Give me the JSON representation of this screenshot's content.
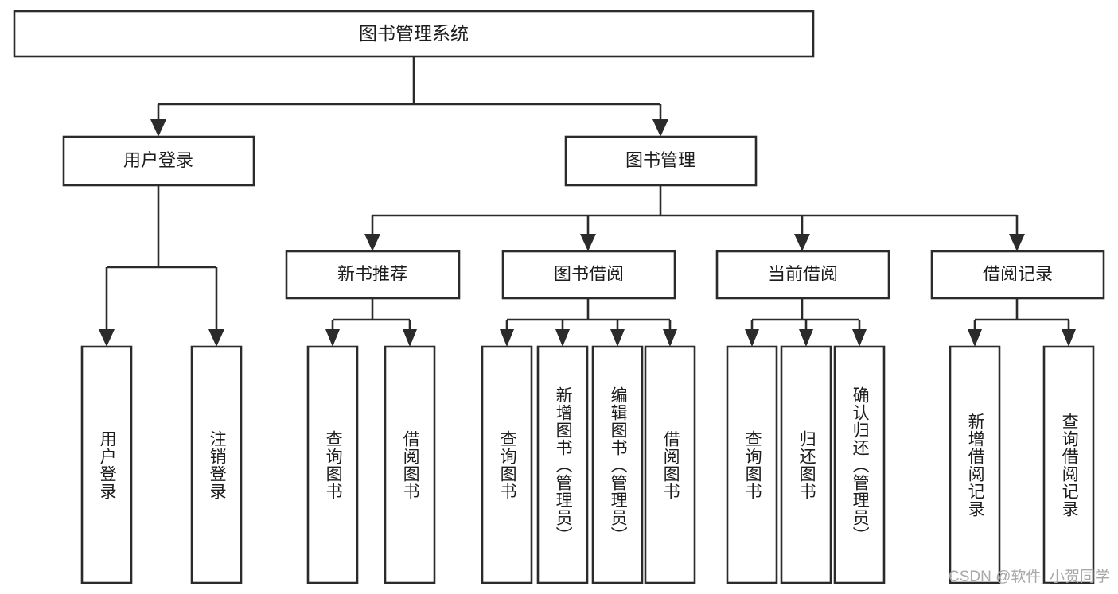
{
  "diagram": {
    "type": "tree",
    "title": "图书管理系统",
    "orientation": "top-down",
    "levels": 4,
    "colors": {
      "box_stroke": "#2b2b2b",
      "box_fill": "#ffffff",
      "connector": "#2b2b2b",
      "text": "#1d1d1d",
      "background": "#ffffff",
      "watermark": "#a8a8a8"
    },
    "root": {
      "label": "图书管理系统"
    },
    "level2": [
      {
        "label": "用户登录"
      },
      {
        "label": "图书管理"
      }
    ],
    "level3": [
      {
        "label": "新书推荐"
      },
      {
        "label": "图书借阅"
      },
      {
        "label": "当前借阅"
      },
      {
        "label": "借阅记录"
      }
    ],
    "leaves": {
      "user_login": [
        {
          "label": "用户登录"
        },
        {
          "label": "注销登录"
        }
      ],
      "new_book_recommend": [
        {
          "label": "查询图书"
        },
        {
          "label": "借阅图书"
        }
      ],
      "book_borrow": [
        {
          "label": "查询图书"
        },
        {
          "label": "新增图书（管理员）"
        },
        {
          "label": "编辑图书（管理员）"
        },
        {
          "label": "借阅图书"
        }
      ],
      "current_borrow": [
        {
          "label": "查询图书"
        },
        {
          "label": "归还图书"
        },
        {
          "label": "确认归还（管理员）"
        }
      ],
      "borrow_record": [
        {
          "label": "新增借阅记录"
        },
        {
          "label": "查询借阅记录"
        }
      ]
    }
  },
  "watermark": {
    "text": "CSDN @软件_小贺同学"
  }
}
